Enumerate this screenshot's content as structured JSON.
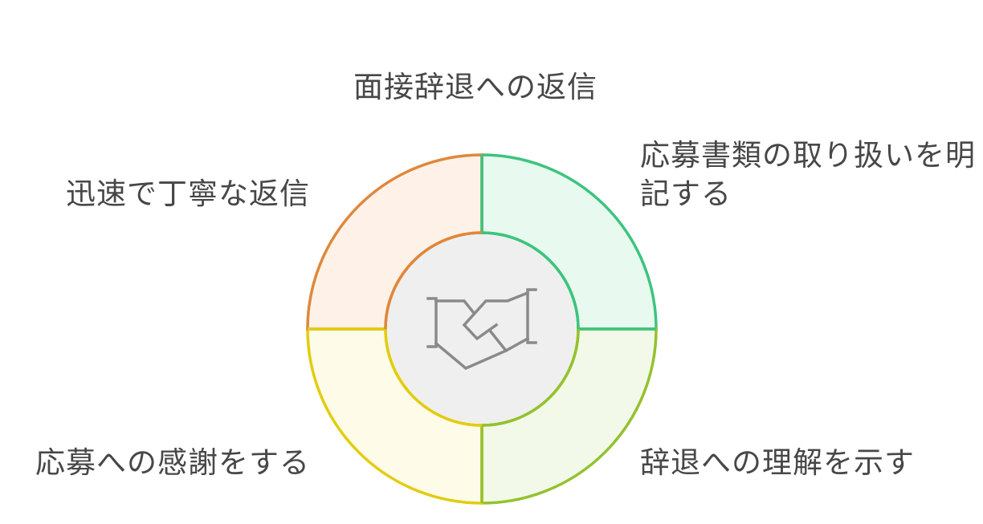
{
  "diagram": {
    "title": "面接辞退への返信",
    "center_icon": "handshake-icon",
    "segments": [
      {
        "position": "top-right",
        "label": "応募書類の取り扱いを明記する",
        "stroke": "#3cc47e",
        "fill": "#e8f9ef"
      },
      {
        "position": "bottom-right",
        "label": "辞退への理解を示す",
        "stroke": "#93c22f",
        "fill": "#f3f9e8"
      },
      {
        "position": "bottom-left",
        "label": "応募への感謝をする",
        "stroke": "#e2cc10",
        "fill": "#fefbe8"
      },
      {
        "position": "top-left",
        "label": "迅速で丁寧な返信",
        "stroke": "#e0873a",
        "fill": "#fef2e8"
      }
    ],
    "center": {
      "fill": "#efefef",
      "icon_color": "#8a8a8a"
    },
    "text_color": "#474747"
  }
}
